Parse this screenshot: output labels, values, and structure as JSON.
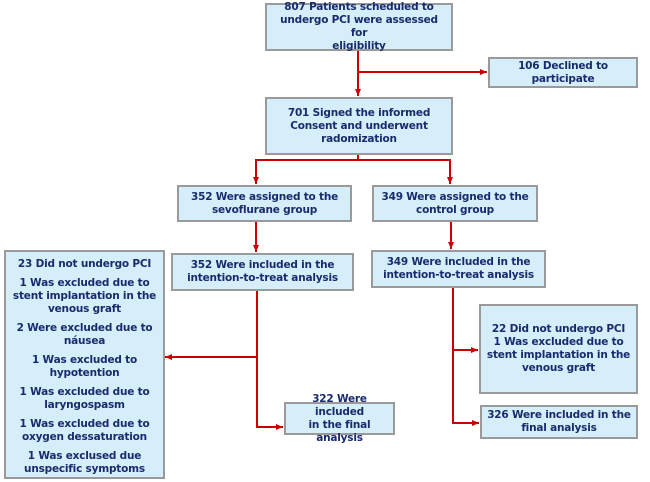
{
  "diagram": {
    "type": "consort-flowchart",
    "line_color": "#cc0000",
    "box_fill": "#d5eefa",
    "text_color": "#1a2a6c",
    "nodes": {
      "assessed": {
        "lines": [
          "807 Patients scheduled to",
          "undergo PCI were assessed for",
          "eligibility"
        ]
      },
      "declined": {
        "lines": [
          "106 Declined  to",
          "participate"
        ]
      },
      "randomized": {
        "lines": [
          "701 Signed the informed",
          "Consent and underwent",
          "radomization"
        ]
      },
      "sevo_assigned": {
        "lines": [
          "352 Were assigned  to the",
          "sevoflurane  group"
        ]
      },
      "control_assigned": {
        "lines": [
          "349 Were assigned  to the",
          "control group"
        ]
      },
      "sevo_itt": {
        "lines": [
          "352 Were included  in the",
          "intention-to-treat analysis"
        ]
      },
      "control_itt": {
        "lines": [
          "349 Were included  in the",
          "intention-to-treat analysis"
        ]
      },
      "sevo_excluded": {
        "items": [
          "23 Did  not undergo PCI",
          "1 Was excluded  due to stent implantation  in the venous graft",
          "2 Were excluded  due to náusea",
          "1 Was excluded  to hypotention",
          "1 Was excluded  due to laryngospasm",
          "1 Was excluded  due to oxygen dessaturation",
          "1 Was exclused  due unspecific  symptoms"
        ],
        "lines": [
          [
            "23 Did  not undergo PCI"
          ],
          [
            "1 Was excluded  due to",
            "stent implantation  in the",
            "venous graft"
          ],
          [
            "2 Were excluded  due to",
            "náusea"
          ],
          [
            "1 Was excluded  to",
            "hypotention"
          ],
          [
            "1 Was excluded  due to",
            "laryngospasm"
          ],
          [
            "1 Was excluded  due to",
            "oxygen dessaturation"
          ],
          [
            "1 Was exclused  due",
            "unspecific  symptoms"
          ]
        ]
      },
      "control_excluded": {
        "lines": [
          "22 Did  not undergo PCI",
          "1 Was excluded  due to",
          "stent implantation  in the",
          "venous graft"
        ]
      },
      "sevo_final": {
        "lines": [
          "322 Were included",
          "in the final analysis"
        ]
      },
      "control_final": {
        "lines": [
          "326 Were included  in the",
          "final analysis"
        ]
      }
    },
    "edges": [
      {
        "from": "assessed",
        "to": "randomized"
      },
      {
        "from": "assessed",
        "to": "declined"
      },
      {
        "from": "randomized",
        "to": "sevo_assigned"
      },
      {
        "from": "randomized",
        "to": "control_assigned"
      },
      {
        "from": "sevo_assigned",
        "to": "sevo_itt"
      },
      {
        "from": "control_assigned",
        "to": "control_itt"
      },
      {
        "from": "sevo_itt",
        "to": "sevo_excluded"
      },
      {
        "from": "sevo_itt",
        "to": "sevo_final"
      },
      {
        "from": "control_itt",
        "to": "control_excluded"
      },
      {
        "from": "control_itt",
        "to": "control_final"
      }
    ]
  }
}
